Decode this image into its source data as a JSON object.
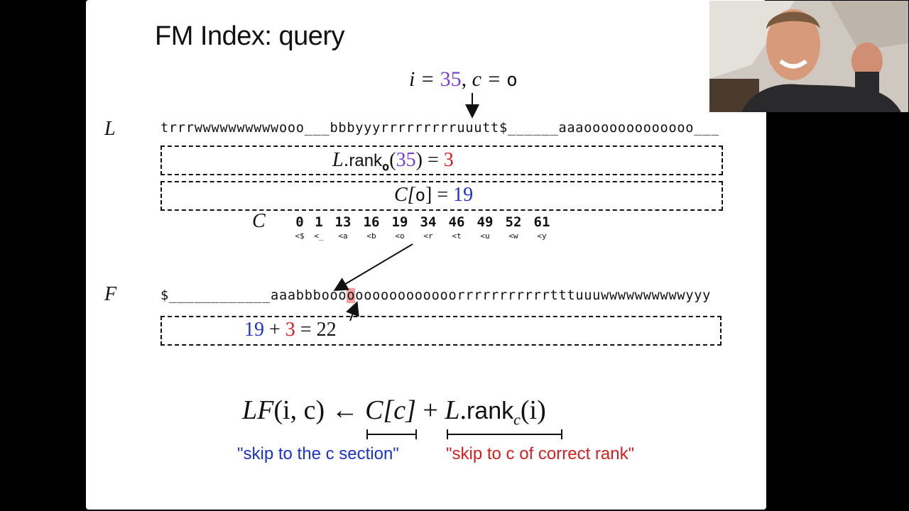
{
  "slide": {
    "title": "FM Index: query",
    "query": {
      "i_label": "i = ",
      "i_value": "35",
      "sep": ", ",
      "c_label": "c = ",
      "c_value": "o"
    },
    "row_L": {
      "label": "L",
      "sequence": "trrrwwwwwwwwwwooo___bbbyyyrrrrrrrrruuutt$______aaaooooooooooooo___"
    },
    "rank_box": {
      "prefix": "L",
      "dot": ".",
      "func": "rank",
      "sub": "o",
      "arg_open": "(",
      "arg": "35",
      "arg_close": ")",
      "eq": " = ",
      "result": "3"
    },
    "c_box": {
      "prefix": "C[",
      "char": "o",
      "suffix": "] = ",
      "value": "19"
    },
    "c_table": {
      "label": "C",
      "entries": [
        {
          "value": "0",
          "sub": "<$"
        },
        {
          "value": "1",
          "sub": "<_"
        },
        {
          "value": "13",
          "sub": "<a"
        },
        {
          "value": "16",
          "sub": "<b"
        },
        {
          "value": "19",
          "sub": "<o"
        },
        {
          "value": "34",
          "sub": "<r"
        },
        {
          "value": "46",
          "sub": "<t"
        },
        {
          "value": "49",
          "sub": "<u"
        },
        {
          "value": "52",
          "sub": "<w"
        },
        {
          "value": "61",
          "sub": "<y"
        }
      ]
    },
    "row_F": {
      "label": "F",
      "seq_before": "$____________aaabbbooo",
      "seq_highlight": "o",
      "seq_after": "oooooooooooorrrrrrrrrrrtttuuuwwwwwwwwwwyyy"
    },
    "sum_box": {
      "a": "19",
      "plus": " + ",
      "b": "3",
      "eq": " = 22"
    },
    "formula": {
      "lhs": "LF",
      "lhs_args": "(i, c)",
      "arrow": " ← ",
      "c_part": "C[c]",
      "plus": " + ",
      "rank_prefix": "L",
      "rank_dot": ".",
      "rank_func": "rank",
      "rank_sub": "c",
      "rank_args": "(i)"
    },
    "notes": {
      "left": "\"skip to the c section\"",
      "right": "\"skip to c of correct rank\""
    },
    "colors": {
      "purple": "#7b3fd1",
      "red": "#d42020",
      "blue": "#1a33c9",
      "highlight": "#f0a0a0"
    }
  },
  "webcam": {
    "icon": "presenter-video-icon"
  }
}
